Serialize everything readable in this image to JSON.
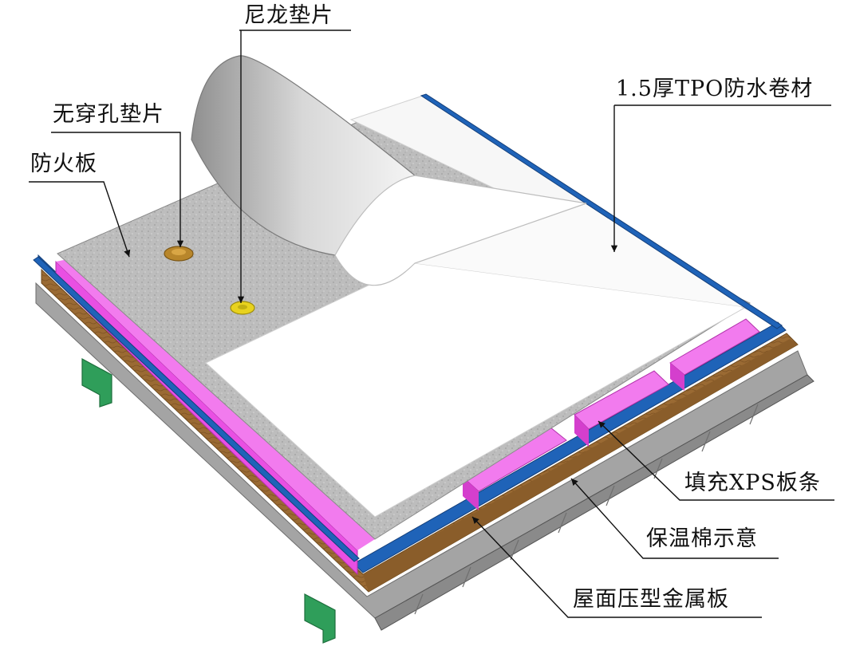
{
  "labels": {
    "nylon_washer": "尼龙垫片",
    "non_perforated_washer": "无穿孔垫片",
    "fire_board": "防火板",
    "tpo_membrane": "1.5厚TPO防水卷材",
    "xps_strip": "填充XPS板条",
    "insulation_wool": "保温棉示意",
    "metal_deck": "屋面压型金属板"
  },
  "colors": {
    "membrane": "#ffffff",
    "fire_board": "#b9b9b9",
    "xps": "#e94fe3",
    "vapor_layer": "#1f63b8",
    "wool": "#9a6a33",
    "metal_deck": "#9a9a9a",
    "purlin": "#2f9e5a",
    "washer_brown": "#b8862b",
    "washer_yellow": "#e8d21e"
  }
}
